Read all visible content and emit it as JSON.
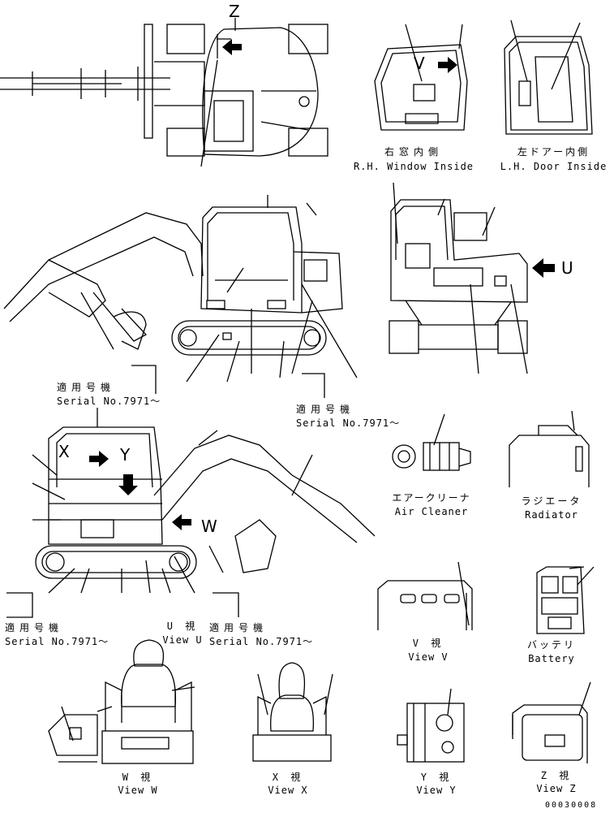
{
  "views": {
    "top_view_letter": "Z",
    "rh_window": {
      "jp": "右窓内側",
      "en": "R.H. Window Inside",
      "letter": "V"
    },
    "lh_door": {
      "jp": "左ドアー内側",
      "en": "L.H. Door Inside"
    },
    "rear_view_letter": "U",
    "left_side_letters": {
      "x": "X",
      "y": "Y",
      "w": "W"
    },
    "air_cleaner": {
      "jp": "エアークリーナ",
      "en": "Air Cleaner"
    },
    "radiator": {
      "jp": "ラジエータ",
      "en": "Radiator"
    },
    "view_u": {
      "jp": "U 視",
      "en": "View U"
    },
    "view_v": {
      "jp": "V 視",
      "en": "View V"
    },
    "battery": {
      "jp": "バッテリ",
      "en": "Battery"
    },
    "view_w": {
      "jp": "W 視",
      "en": "View W"
    },
    "view_x": {
      "jp": "X 視",
      "en": "View X"
    },
    "view_y": {
      "jp": "Y 視",
      "en": "View Y"
    },
    "view_z": {
      "jp": "Z 視",
      "en": "View Z"
    }
  },
  "serial_notes": [
    {
      "jp": "適用号機",
      "en": "Serial No.7971～"
    },
    {
      "jp": "適用号機",
      "en": "Serial No.7971～"
    },
    {
      "jp": "適用号機",
      "en": "Serial No.7971～"
    },
    {
      "jp": "適用号機",
      "en": "Serial No.7971～"
    }
  ],
  "drawing_code": "00030008"
}
